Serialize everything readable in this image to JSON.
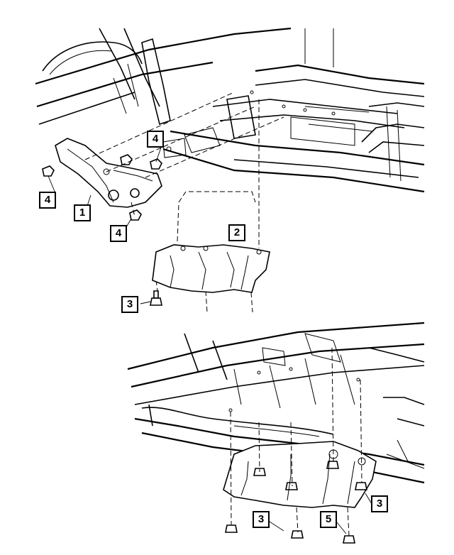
{
  "callouts": [
    {
      "id": "c1",
      "label": "1"
    },
    {
      "id": "c2",
      "label": "2"
    },
    {
      "id": "c3a",
      "label": "3"
    },
    {
      "id": "c4a",
      "label": "4"
    },
    {
      "id": "c4b",
      "label": "4"
    },
    {
      "id": "c4c",
      "label": "4"
    },
    {
      "id": "c3b",
      "label": "3"
    },
    {
      "id": "c5",
      "label": "5"
    },
    {
      "id": "c3c",
      "label": "3"
    }
  ]
}
